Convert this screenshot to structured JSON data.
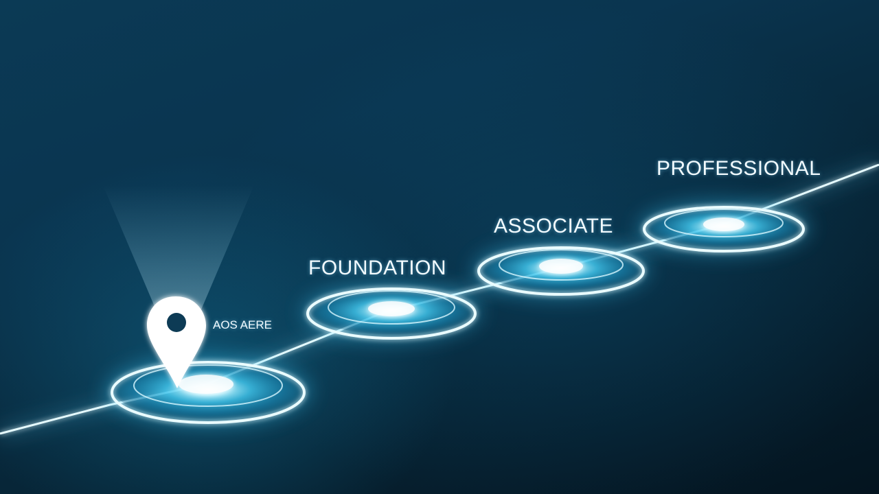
{
  "milestones": [
    {
      "label": "FOUNDATION"
    },
    {
      "label": "ASSOCIATE"
    },
    {
      "label": "PROFESSIONAL"
    }
  ],
  "start_marker": {
    "label": "AOS AERE",
    "icon": "location-pin-icon"
  },
  "colors": {
    "background_dark": "#04141f",
    "background_mid": "#0a3550",
    "glow": "#7fe6ff",
    "ring": "#e8fbff"
  }
}
